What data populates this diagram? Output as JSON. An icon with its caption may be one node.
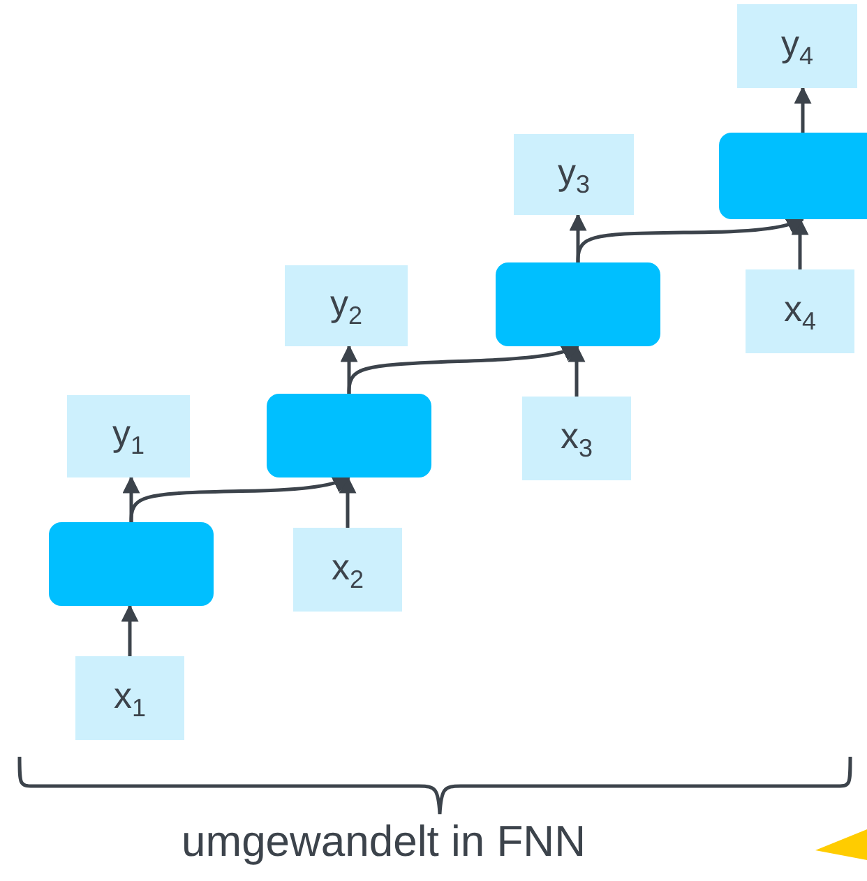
{
  "diagram": {
    "nodes": [
      {
        "text": [],
        "shape": "box"
      },
      {
        "text": [],
        "shape": "box"
      },
      {
        "text": [],
        "shape": "box"
      },
      {
        "text": [],
        "shape": "box"
      },
      {
        "text": [
          "x$_{1}$"
        ]
      },
      {
        "text": [
          "x$_{2}$"
        ]
      },
      {
        "text": [
          "x$_{3}$"
        ]
      },
      {
        "text": [
          "x$_{4}$"
        ]
      },
      {
        "text": [
          "y$_{1}$"
        ]
      },
      {
        "text": [
          "y$_{2}$"
        ]
      },
      {
        "text": [
          "y$_{3}$"
        ]
      },
      {
        "text": [
          "y$_{4}$"
        ]
      }
    ],
    "edges": [
      {
        "from": 4,
        "to": 0,
        "arrow": "to"
      },
      {
        "from": 5,
        "to": 1,
        "arrow": "to"
      },
      {
        "from": 6,
        "to": 2,
        "arrow": "to"
      },
      {
        "from": 7,
        "to": 3,
        "arrow": "to"
      },
      {
        "from": 0,
        "to": 8,
        "arrow": "to"
      },
      {
        "from": 1,
        "to": 9,
        "arrow": "to"
      },
      {
        "from": 2,
        "to": 10,
        "arrow": "to"
      },
      {
        "from": 3,
        "to": 11,
        "arrow": "to"
      },
      {
        "from": 0,
        "to": 1,
        "arrow": "to"
      },
      {
        "from": 1,
        "to": 2,
        "arrow": "to"
      },
      {
        "from": 2,
        "to": 3,
        "arrow": "to"
      }
    ],
    "labels": [
      "umgewandelt in FNN"
    ]
  }
}
